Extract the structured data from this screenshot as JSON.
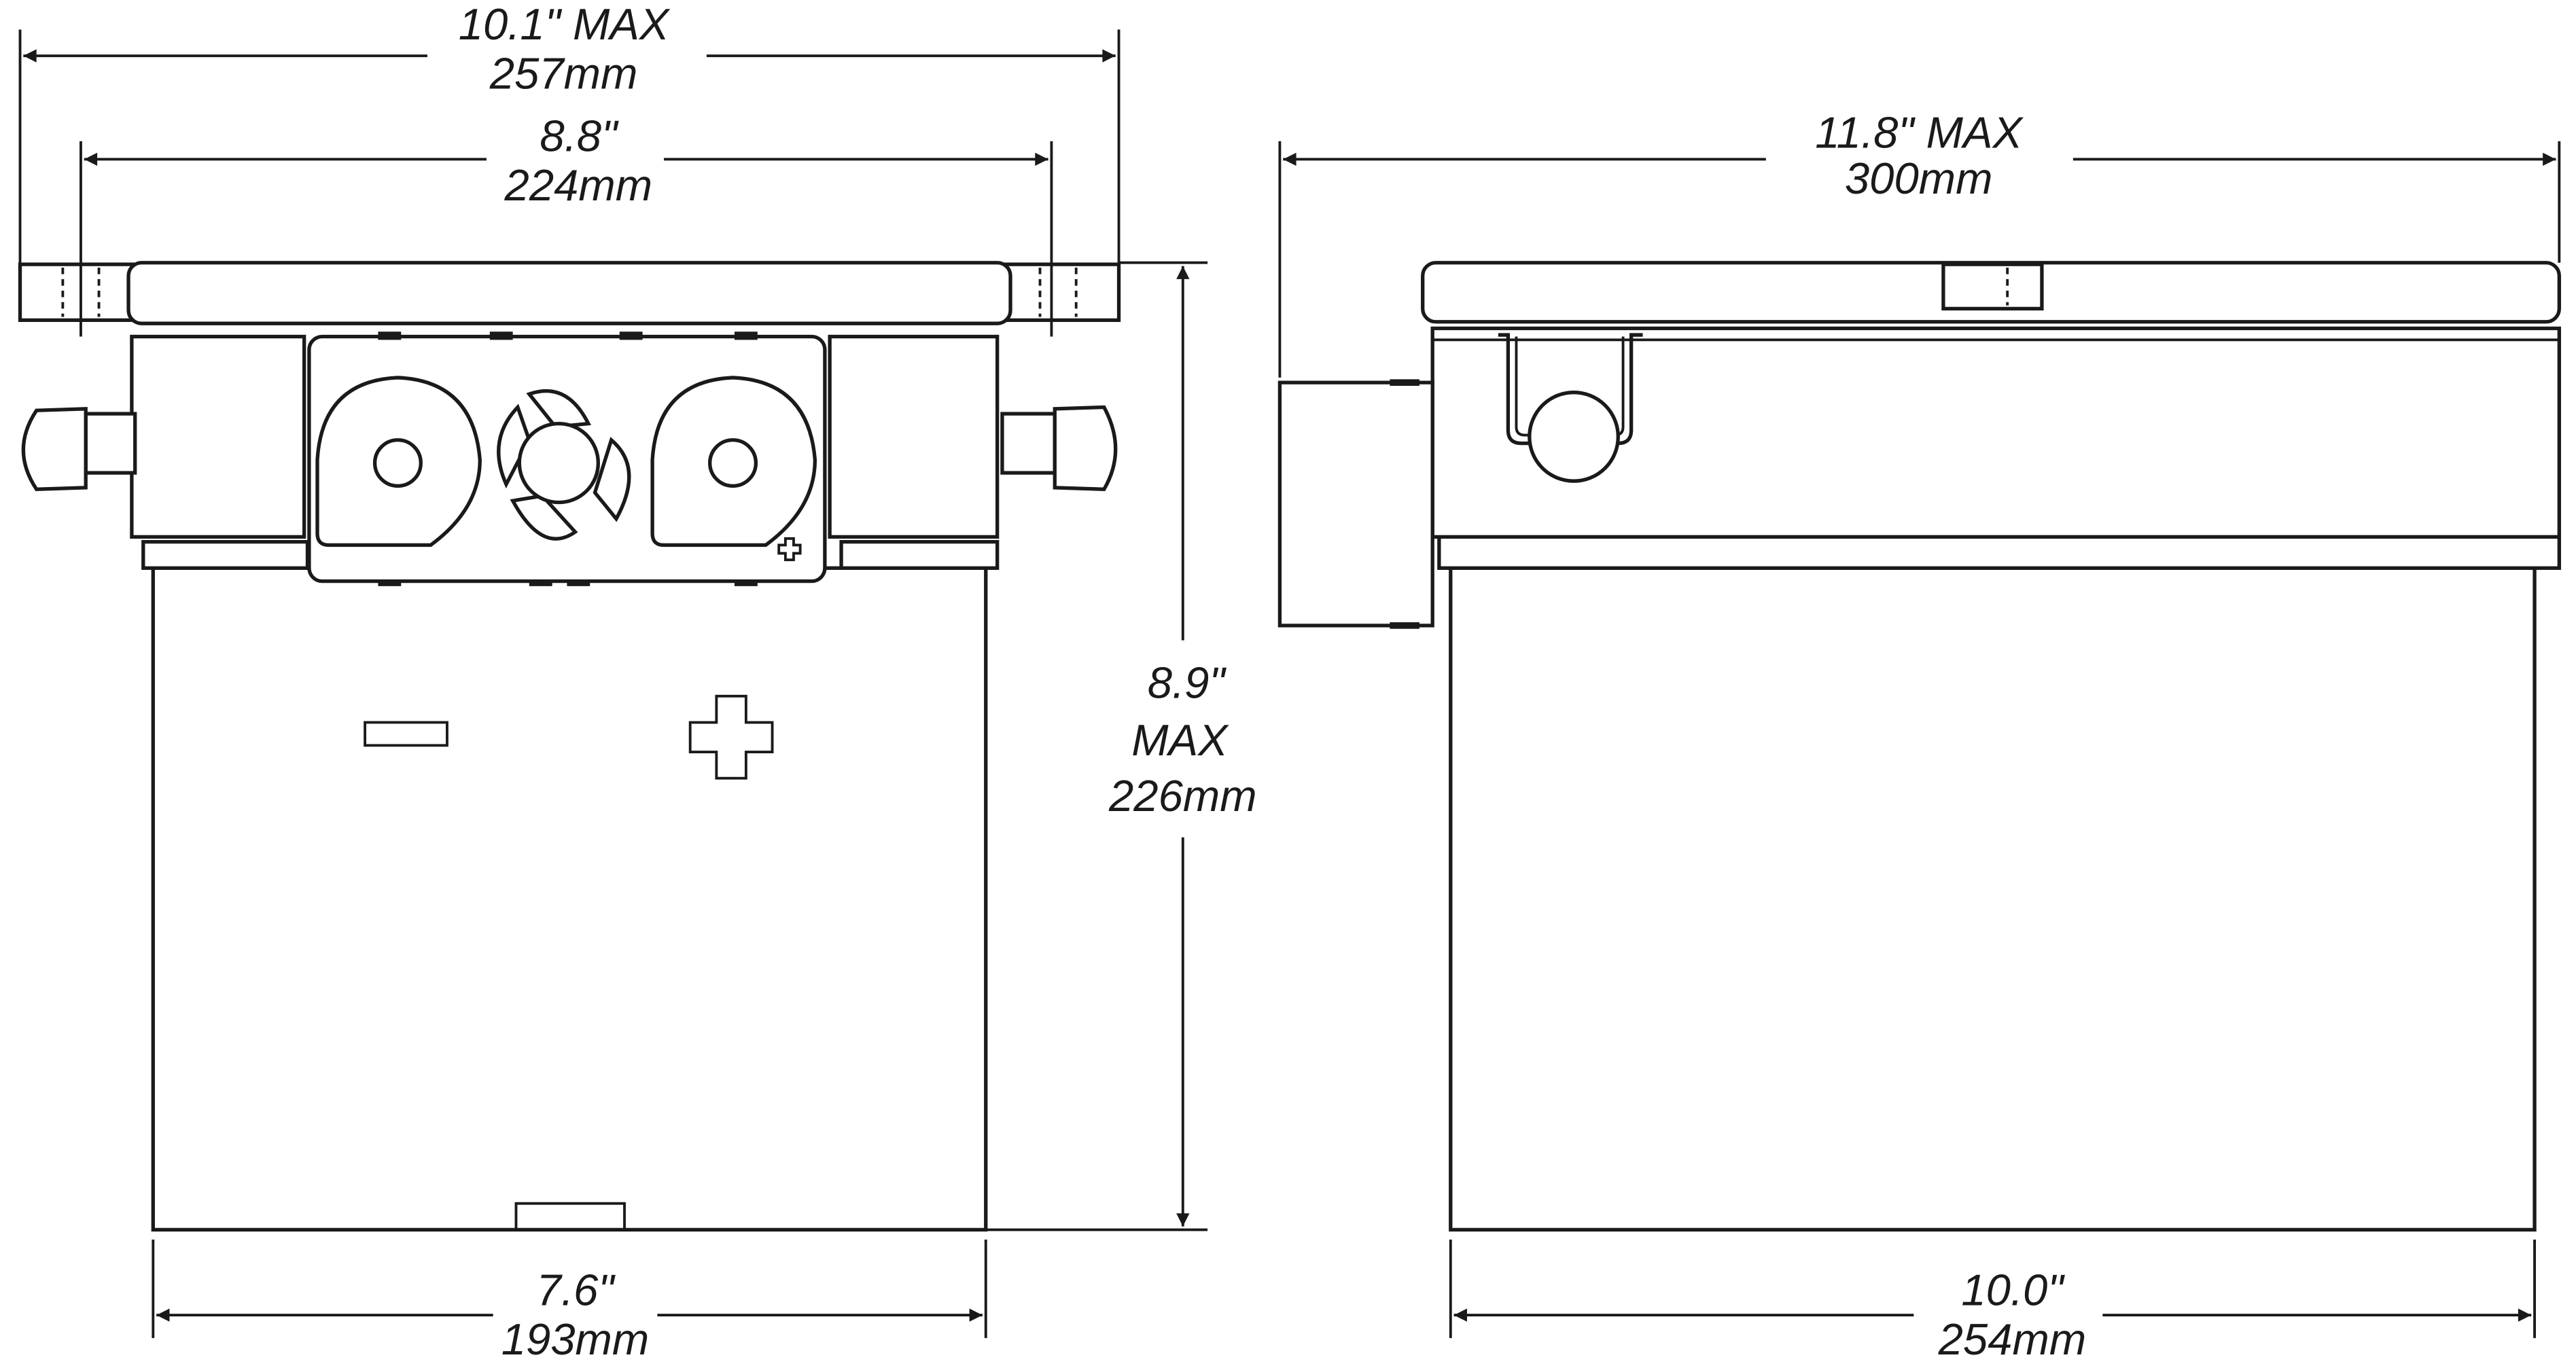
{
  "front_view": {
    "overall_width": {
      "inches": "10.1\" MAX",
      "mm": "257mm"
    },
    "lid_width": {
      "inches": "8.8\"",
      "mm": "224mm"
    },
    "height": {
      "inches": "8.9\"",
      "max": "MAX",
      "mm": "226mm"
    },
    "base_width": {
      "inches": "7.6\"",
      "mm": "193mm"
    }
  },
  "side_view": {
    "overall_length": {
      "inches": "11.8\" MAX",
      "mm": "300mm"
    },
    "base_length": {
      "inches": "10.0\"",
      "mm": "254mm"
    }
  },
  "colors": {
    "line": "#1a1a1a",
    "background": "#ffffff"
  }
}
